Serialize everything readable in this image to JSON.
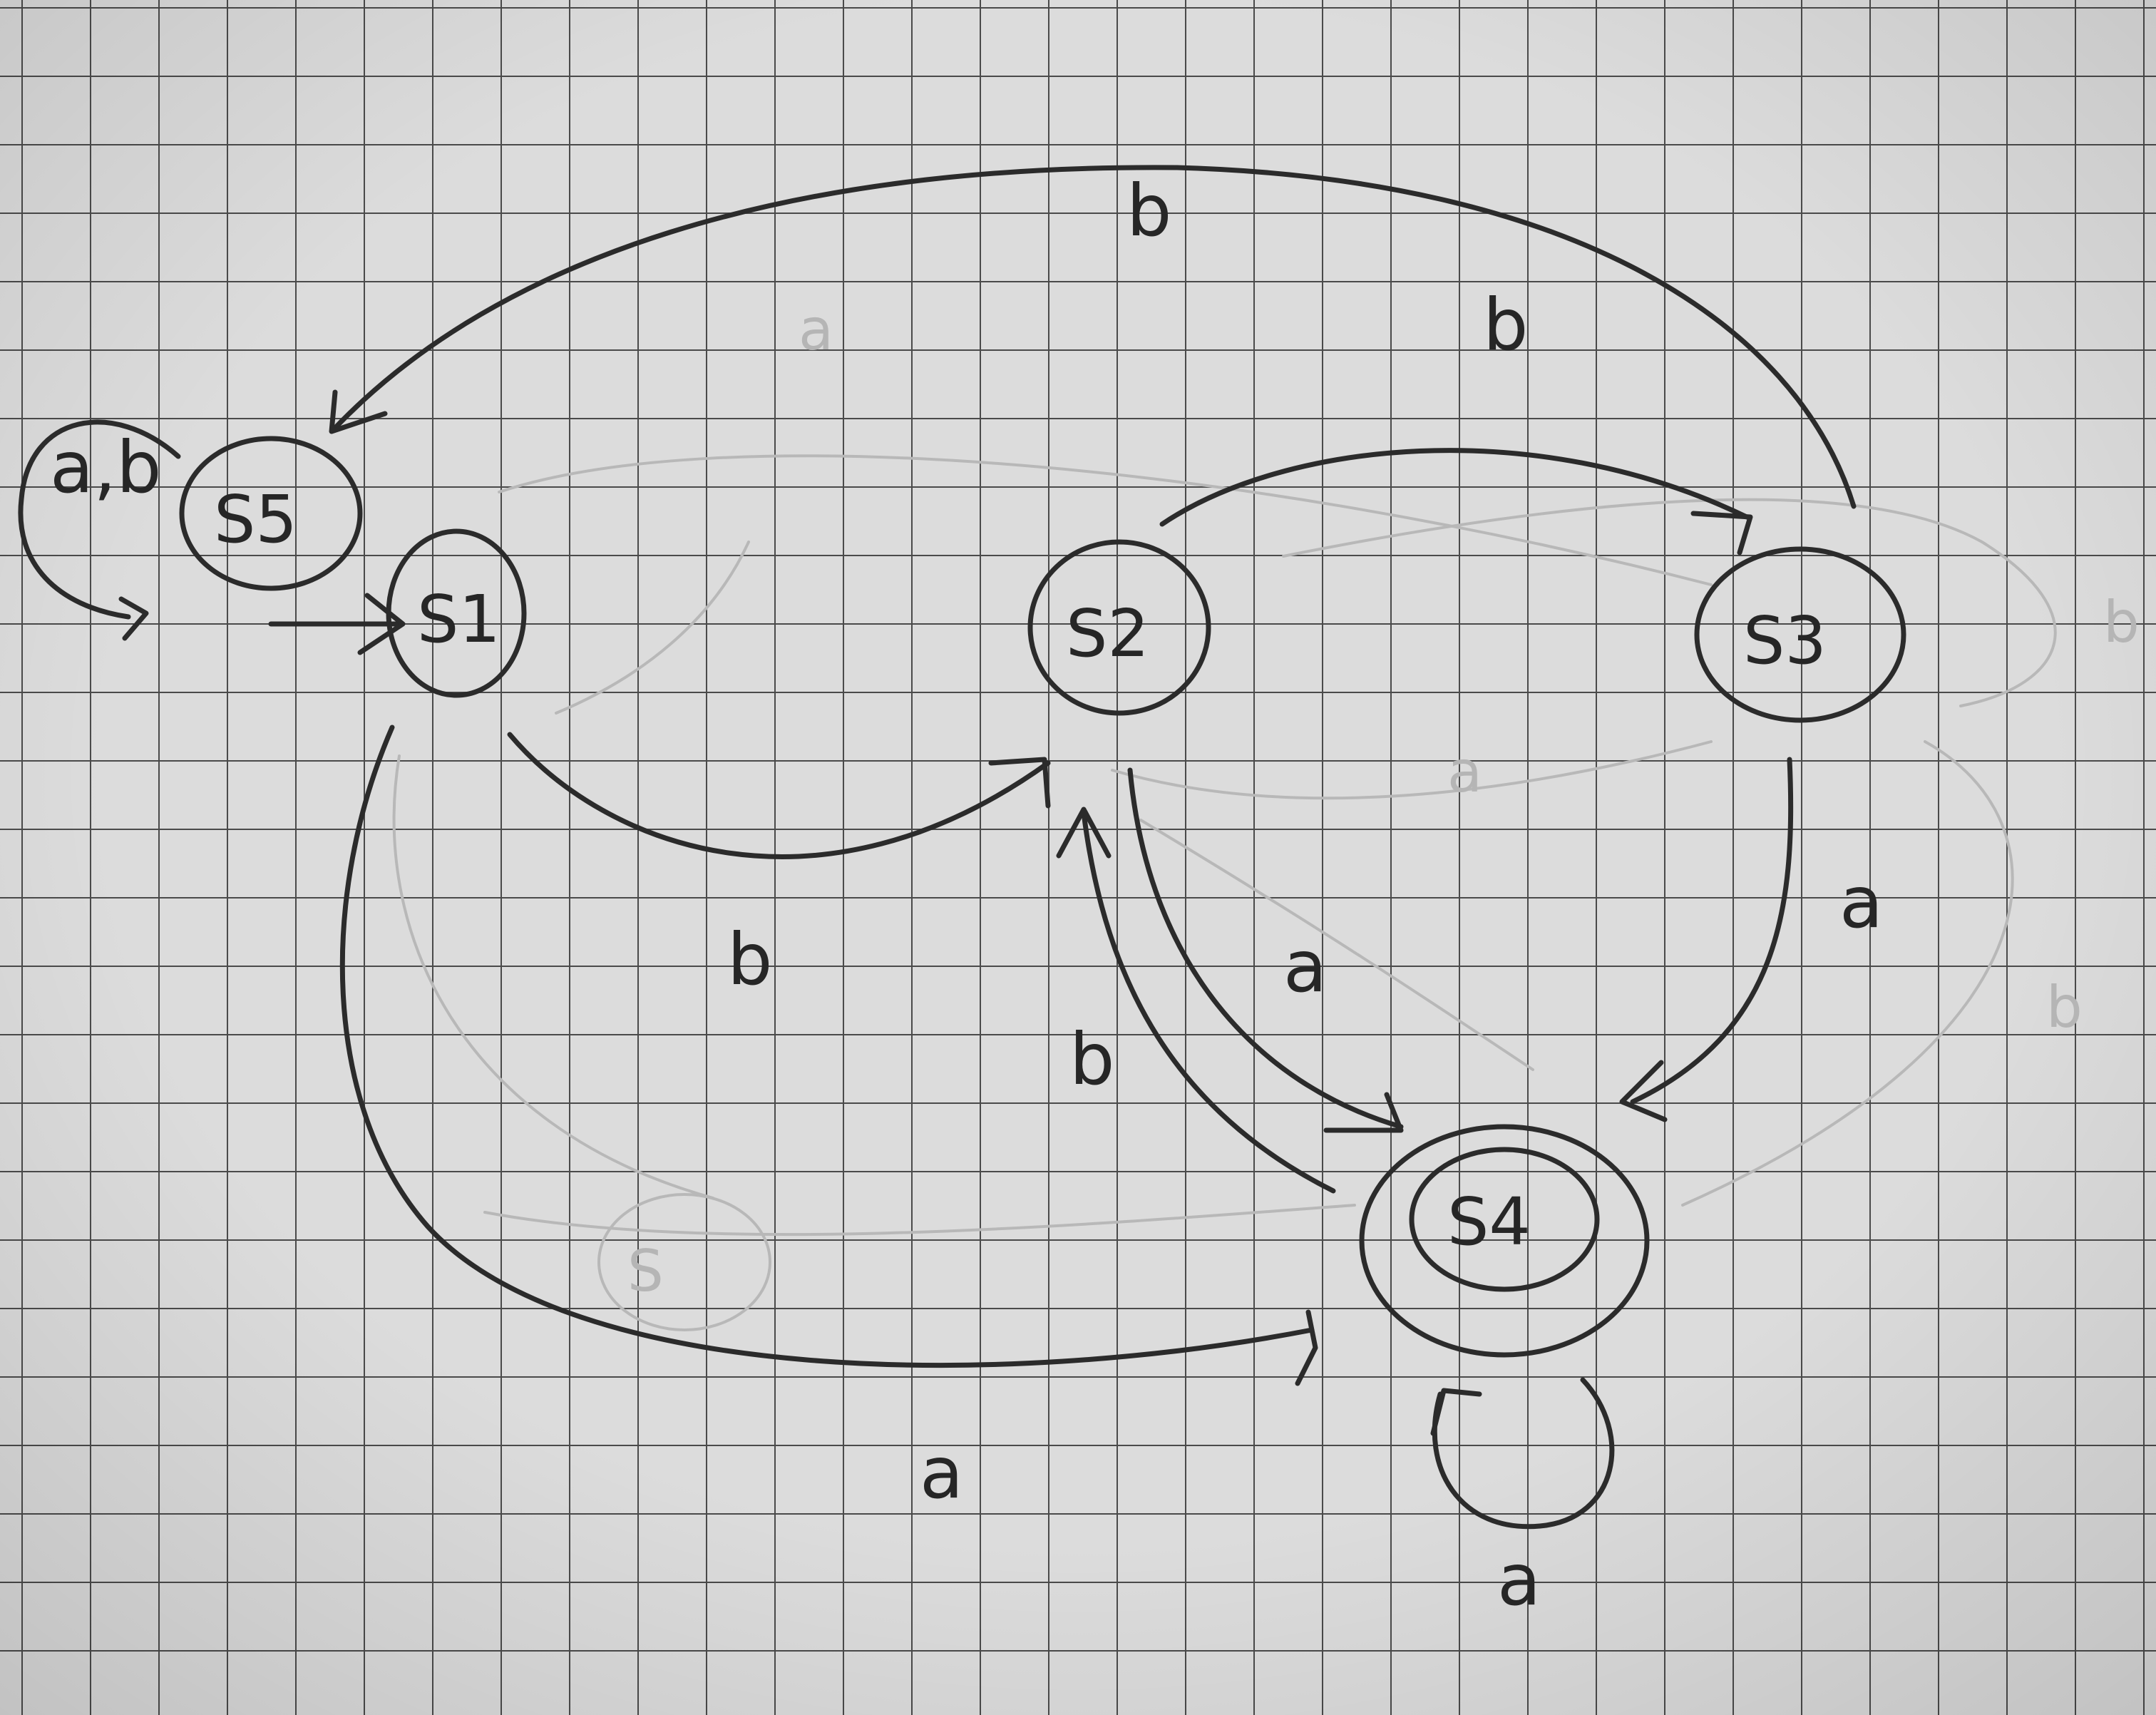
{
  "states": {
    "s1": {
      "label": "S1"
    },
    "s2": {
      "label": "S2"
    },
    "s3": {
      "label": "S3"
    },
    "s4": {
      "label": "S4",
      "accepting": true
    },
    "s5": {
      "label": "S5"
    }
  },
  "initial_state": "s1",
  "transitions": [
    {
      "id": "t-s5-s5",
      "from": "s5",
      "to": "s5",
      "label": "a,b"
    },
    {
      "id": "t-s1-s2",
      "from": "s1",
      "to": "s2",
      "label": "b"
    },
    {
      "id": "t-s1-s4",
      "from": "s1",
      "to": "s4",
      "label": "a"
    },
    {
      "id": "t-s2-s3",
      "from": "s2",
      "to": "s3",
      "label": "b"
    },
    {
      "id": "t-s2-s4",
      "from": "s2",
      "to": "s4",
      "label": "a"
    },
    {
      "id": "t-s3-s4",
      "from": "s3",
      "to": "s4",
      "label": "a"
    },
    {
      "id": "t-s3-s5",
      "from": "s3",
      "to": "s5",
      "label": "b"
    },
    {
      "id": "t-s4-s2",
      "from": "s4",
      "to": "s2",
      "label": "b"
    },
    {
      "id": "t-s4-s4",
      "from": "s4",
      "to": "s4",
      "label": "a"
    }
  ],
  "colors": {
    "ink": "#2b2b2b",
    "paper": "#dcdcdc",
    "grid": "#4a4a4a",
    "ghost": "#b8b8b8"
  }
}
